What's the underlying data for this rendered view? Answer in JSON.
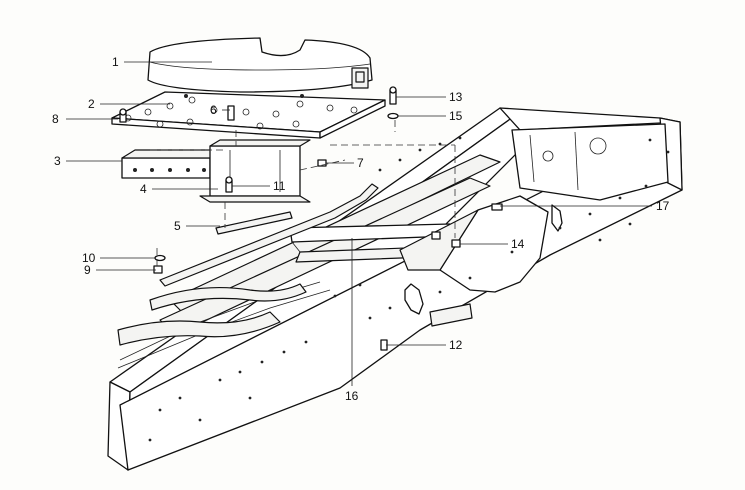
{
  "callouts": [
    {
      "label": "1"
    },
    {
      "label": "2"
    },
    {
      "label": "3"
    },
    {
      "label": "4"
    },
    {
      "label": "5"
    },
    {
      "label": "6"
    },
    {
      "label": "7"
    },
    {
      "label": "8"
    },
    {
      "label": "9"
    },
    {
      "label": "10"
    },
    {
      "label": "11"
    },
    {
      "label": "12"
    },
    {
      "label": "13"
    },
    {
      "label": "14"
    },
    {
      "label": "15"
    },
    {
      "label": "16"
    },
    {
      "label": "17"
    }
  ]
}
